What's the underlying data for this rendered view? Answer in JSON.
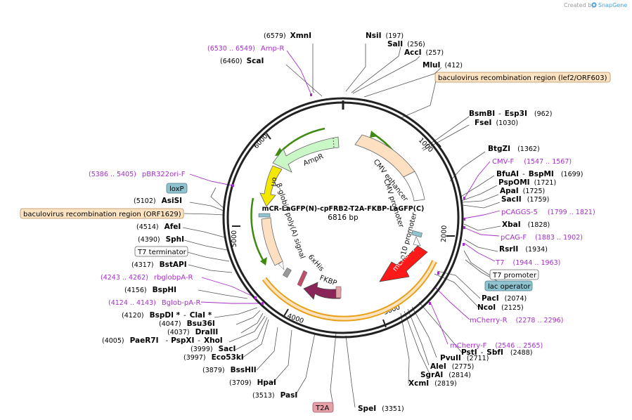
{
  "plasmid": {
    "name": "mCR-LaGFP(N)-cpFRB2-T2A-FKBP-LaGFP(C)",
    "size_label": "6816 bp"
  },
  "branding": {
    "created_by": "Created by",
    "product": "SnapGene"
  },
  "ticks": [
    "1000",
    "2000",
    "3000",
    "4000",
    "5000",
    "6000"
  ],
  "features": {
    "ampr": "AmpR",
    "ori": "ori",
    "cmv_enhancer": "CMV enhancer",
    "cmv_promoter": "CMV promoter",
    "p10_promoter": "p10 promoter",
    "mcherry": "mCherry",
    "bglobin": "β-globin poly(A) signal",
    "his6": "6xHis",
    "fkbp": "FKBP"
  },
  "boxed_labels": {
    "bac_top": "baculovirus recombination region (lef2/ORF603)",
    "bac_left": "baculovirus recombination region (ORF1629)",
    "loxp": "loxP",
    "t7_terminator": "T7 terminator",
    "t7_promoter": "T7 promoter",
    "lac_operator": "lac operator",
    "t2a": "T2A"
  },
  "enzymes": [
    {
      "name": "XmnI",
      "pos": "(6579)"
    },
    {
      "name": "NsiI",
      "pos": "(197)"
    },
    {
      "name": "SalI",
      "pos": "(256)"
    },
    {
      "name": "AccI",
      "pos": "(257)"
    },
    {
      "name": "MluI",
      "pos": "(412)"
    },
    {
      "name": "ScaI",
      "pos": "(6460)"
    },
    {
      "name": "BsmBI",
      "sep": "-",
      "name2": "Esp3I",
      "pos": "(962)"
    },
    {
      "name": "FseI",
      "pos": "(1030)"
    },
    {
      "name": "BtgZI",
      "pos": "(1362)"
    },
    {
      "name": "BfuAI",
      "sep": "-",
      "name2": "BspMI",
      "pos": "(1699)"
    },
    {
      "name": "PspOMI",
      "pos": "(1721)"
    },
    {
      "name": "ApaI",
      "pos": "(1725)"
    },
    {
      "name": "SacII",
      "pos": "(1759)"
    },
    {
      "name": "XbaI",
      "pos": "(1828)"
    },
    {
      "name": "RsrII",
      "pos": "(1934)"
    },
    {
      "name": "AsiSI",
      "pos": "(5102)"
    },
    {
      "name": "AfeI",
      "pos": "(4514)"
    },
    {
      "name": "SphI",
      "pos": "(4390)"
    },
    {
      "name": "BstAPI",
      "pos": "(4317)"
    },
    {
      "name": "BspHI",
      "pos": "(4156)"
    },
    {
      "name": "BspDI *",
      "sep": "-",
      "name2": "ClaI *",
      "pos": "(4120)"
    },
    {
      "name": "Bsu36I",
      "pos": "(4047)"
    },
    {
      "name": "DraIII",
      "pos": "(4037)"
    },
    {
      "name": "PaeR7I",
      "sep": "-",
      "name2": "PspXI",
      "sep2": "-",
      "name3": "XhoI",
      "pos": "(4005)"
    },
    {
      "name": "SacI",
      "pos": "(3999)"
    },
    {
      "name": "Eco53kI",
      "pos": "(3997)"
    },
    {
      "name": "BssHII",
      "pos": "(3879)"
    },
    {
      "name": "HpaI",
      "pos": "(3709)"
    },
    {
      "name": "PasI",
      "pos": "(3513)"
    },
    {
      "name": "SpeI",
      "pos": "(3351)"
    },
    {
      "name": "PacI",
      "pos": "(2074)"
    },
    {
      "name": "NcoI",
      "pos": "(2125)"
    },
    {
      "name": "PstI",
      "sep": "-",
      "name2": "SbfI",
      "pos": "(2488)"
    },
    {
      "name": "PvuII",
      "pos": "(2711)"
    },
    {
      "name": "AleI",
      "pos": "(2775)"
    },
    {
      "name": "SgrAI",
      "pos": "(2814)"
    },
    {
      "name": "XcmI",
      "pos": "(2819)"
    }
  ],
  "primers": [
    {
      "name": "Amp-R",
      "pos": "(6530 .. 6549)"
    },
    {
      "name": "pBR322ori-F",
      "pos": "(5386 .. 5405)"
    },
    {
      "name": "CMV-F",
      "pos": "(1547 .. 1567)"
    },
    {
      "name": "pCAGGS-5",
      "pos": "(1799 .. 1821)"
    },
    {
      "name": "pCAG-F",
      "pos": "(1883 .. 1902)"
    },
    {
      "name": "T7",
      "pos": "(1944 .. 1963)"
    },
    {
      "name": "rbglobpA-R",
      "pos": "(4243 .. 4262)"
    },
    {
      "name": "Bglob-pA-R",
      "pos": "(4124 .. 4143)"
    },
    {
      "name": "mCherry-R",
      "pos": "(2278 .. 2296)"
    },
    {
      "name": "mCherry-F",
      "pos": "(2546 .. 2565)"
    }
  ],
  "colors": {
    "backbone": "#222222",
    "primer": "#a62fc9",
    "ampr": "#c9f7c6",
    "ori": "#f5e800",
    "cmv": "#fde0c2",
    "mcherry": "#ff1a1a",
    "fkbp": "#8b2458",
    "region_box": "#fde3c2",
    "lox_box": "#8fc3cf"
  }
}
